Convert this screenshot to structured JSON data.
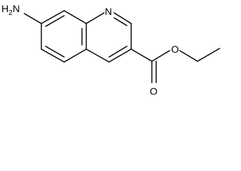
{
  "atom_labels": {
    "amine": "H2N",
    "ring_nitrogen": "N",
    "ester_oxygen": "O",
    "carbonyl_oxygen": "O"
  },
  "colors": {
    "bond": "#000000",
    "label": "#000000",
    "background": "#ffffff"
  }
}
